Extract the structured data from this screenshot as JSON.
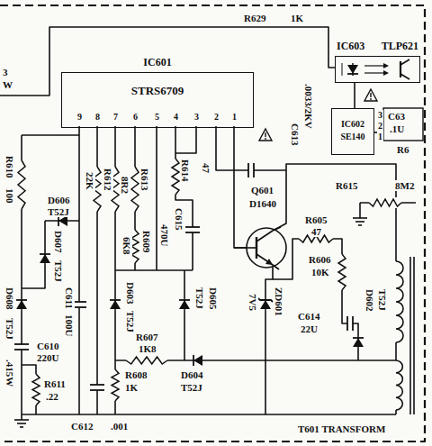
{
  "diagram": {
    "nodes": [
      {
        "text": [
          "IC601",
          "STRS6709"
        ]
      },
      {
        "text": [
          "IC603",
          "TLP621"
        ]
      },
      {
        "text": [
          "IC602",
          "SE140"
        ]
      }
    ],
    "edges": [
      {
        "from": 1,
        "to": 2,
        "arrow": "none"
      }
    ],
    "labels": [
      "3",
      "W",
      "R629",
      "1K",
      ".0033/2KV",
      "C613",
      "9",
      "8",
      "7",
      "6",
      "5",
      "4",
      "3",
      "2",
      "1",
      "R610",
      "100",
      "D606",
      "T52J",
      "22K",
      "R612",
      "8R2",
      "R613",
      "R614",
      "47",
      "R609",
      "6K8",
      "470U",
      "C615",
      "D607",
      "T52J",
      "D608",
      "T52J",
      ".415W",
      "C611",
      "100U",
      "D603",
      "T52J",
      "D605",
      "T52J",
      "R607",
      "1K8",
      "C610",
      "220U",
      "R608",
      "1K",
      "D604",
      "T52J",
      "R611",
      ".22",
      "C612",
      ".001",
      "Q601",
      "D1640",
      "R605",
      "47",
      "R606",
      "10K",
      "ZD601",
      "7V5",
      "C614",
      "22U",
      "D602",
      "T52J",
      "T601 TRANSFORM",
      "R615",
      "8M2",
      "C63",
      ".1U",
      "R6",
      "3",
      "2",
      "1"
    ]
  }
}
